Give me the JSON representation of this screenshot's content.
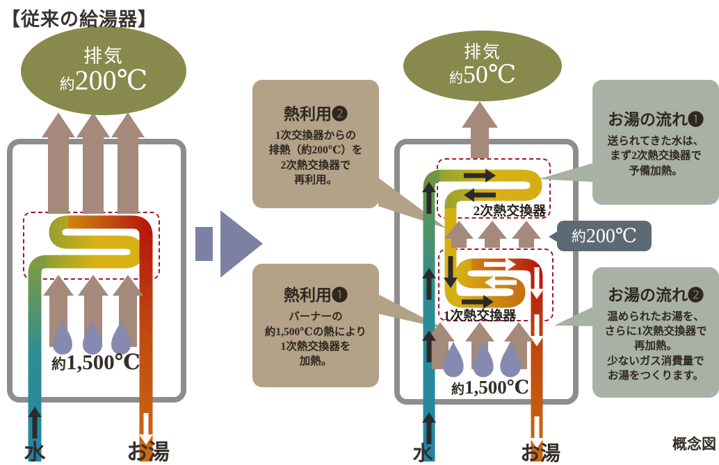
{
  "page": {
    "title": "【従来の給湯器】",
    "footnote": "概念図"
  },
  "colors": {
    "exhaust_oval": "#878A4C",
    "callout_tan": "#B3A287",
    "callout_sage": "#A8B1A3",
    "temp_badge": "#5D6A74",
    "heat_arrow_brown": "#A5897B",
    "flame_blue": "#868AB0",
    "water_teal": "#1F86A6",
    "hot_water_orange": "#CC6A12",
    "pipe_red": "#B5170E",
    "pipe_yellow": "#D8B214",
    "transition_arrow": "#7C80A2",
    "unit_border_gray": "#8D8D8D",
    "hx_dashed_red": "#A51325"
  },
  "left_unit": {
    "exhaust_label": "排気",
    "exhaust_temp_prefix": "約",
    "exhaust_temp": "200℃",
    "burner_temp_prefix": "約",
    "burner_temp": "1,500℃",
    "water_label": "水",
    "hot_water_label": "お湯"
  },
  "right_unit": {
    "exhaust_label": "排気",
    "exhaust_temp_prefix": "約",
    "exhaust_temp": "50℃",
    "secondary_hx_label": "2次熱交換器",
    "primary_hx_label": "1次熱交換器",
    "mid_temp_prefix": "約",
    "mid_temp": "200℃",
    "burner_temp_prefix": "約",
    "burner_temp": "1,500℃",
    "water_label": "水",
    "hot_water_label": "お湯"
  },
  "callouts": {
    "heat_use_2": {
      "title": "熱利用❷",
      "body": "1次交換器からの\n排熱（約200℃）を\n2次熱交換器で\n再利用。"
    },
    "heat_use_1": {
      "title": "熱利用❶",
      "body": "バーナーの\n約1,500℃の熱により\n1次熱交換器を\n加熱。"
    },
    "hot_water_flow_1": {
      "title": "お湯の流れ❶",
      "body": "送られてきた水は、\nまず2次熱交換器で\n予備加熱。"
    },
    "hot_water_flow_2": {
      "title": "お湯の流れ❷",
      "body": "温められたお湯を、\nさらに1次熱交換器で\n再加熱。\n少ないガス消費量で\nお湯をつくります。"
    }
  }
}
